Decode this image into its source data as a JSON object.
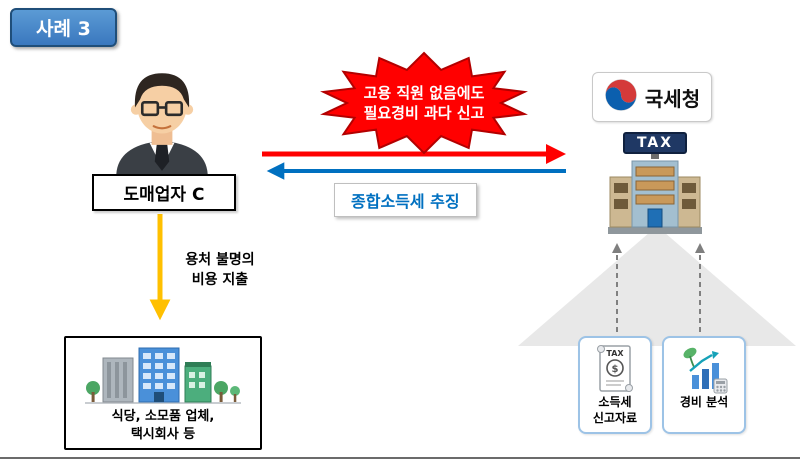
{
  "badge": {
    "label": "사례 3"
  },
  "person": {
    "label": "도매업자 C"
  },
  "starburst": {
    "line1": "고용 직원 없음에도",
    "line2": "필요경비 과다 신고"
  },
  "tax_notice": {
    "label": "종합소득세 추징"
  },
  "nts": {
    "name": "국세청"
  },
  "building": {
    "sign": "TAX"
  },
  "expense_note": {
    "line1": "용처 불명의",
    "line2": "비용 지출"
  },
  "vendors": {
    "line1": "식당, 소모품 업체,",
    "line2": "택시회사 등"
  },
  "evidence": {
    "tax_doc": {
      "icon_label": "TAX",
      "dollar_symbol": "$",
      "line1": "소득세",
      "line2": "신고자료"
    },
    "analysis": {
      "label": "경비 분석"
    }
  },
  "colors": {
    "accent_red": "#ff0000",
    "accent_blue": "#0070c0",
    "accent_yellow": "#ffc000",
    "badge_blue": "#3a78be",
    "sign_navy": "#1f3864"
  }
}
